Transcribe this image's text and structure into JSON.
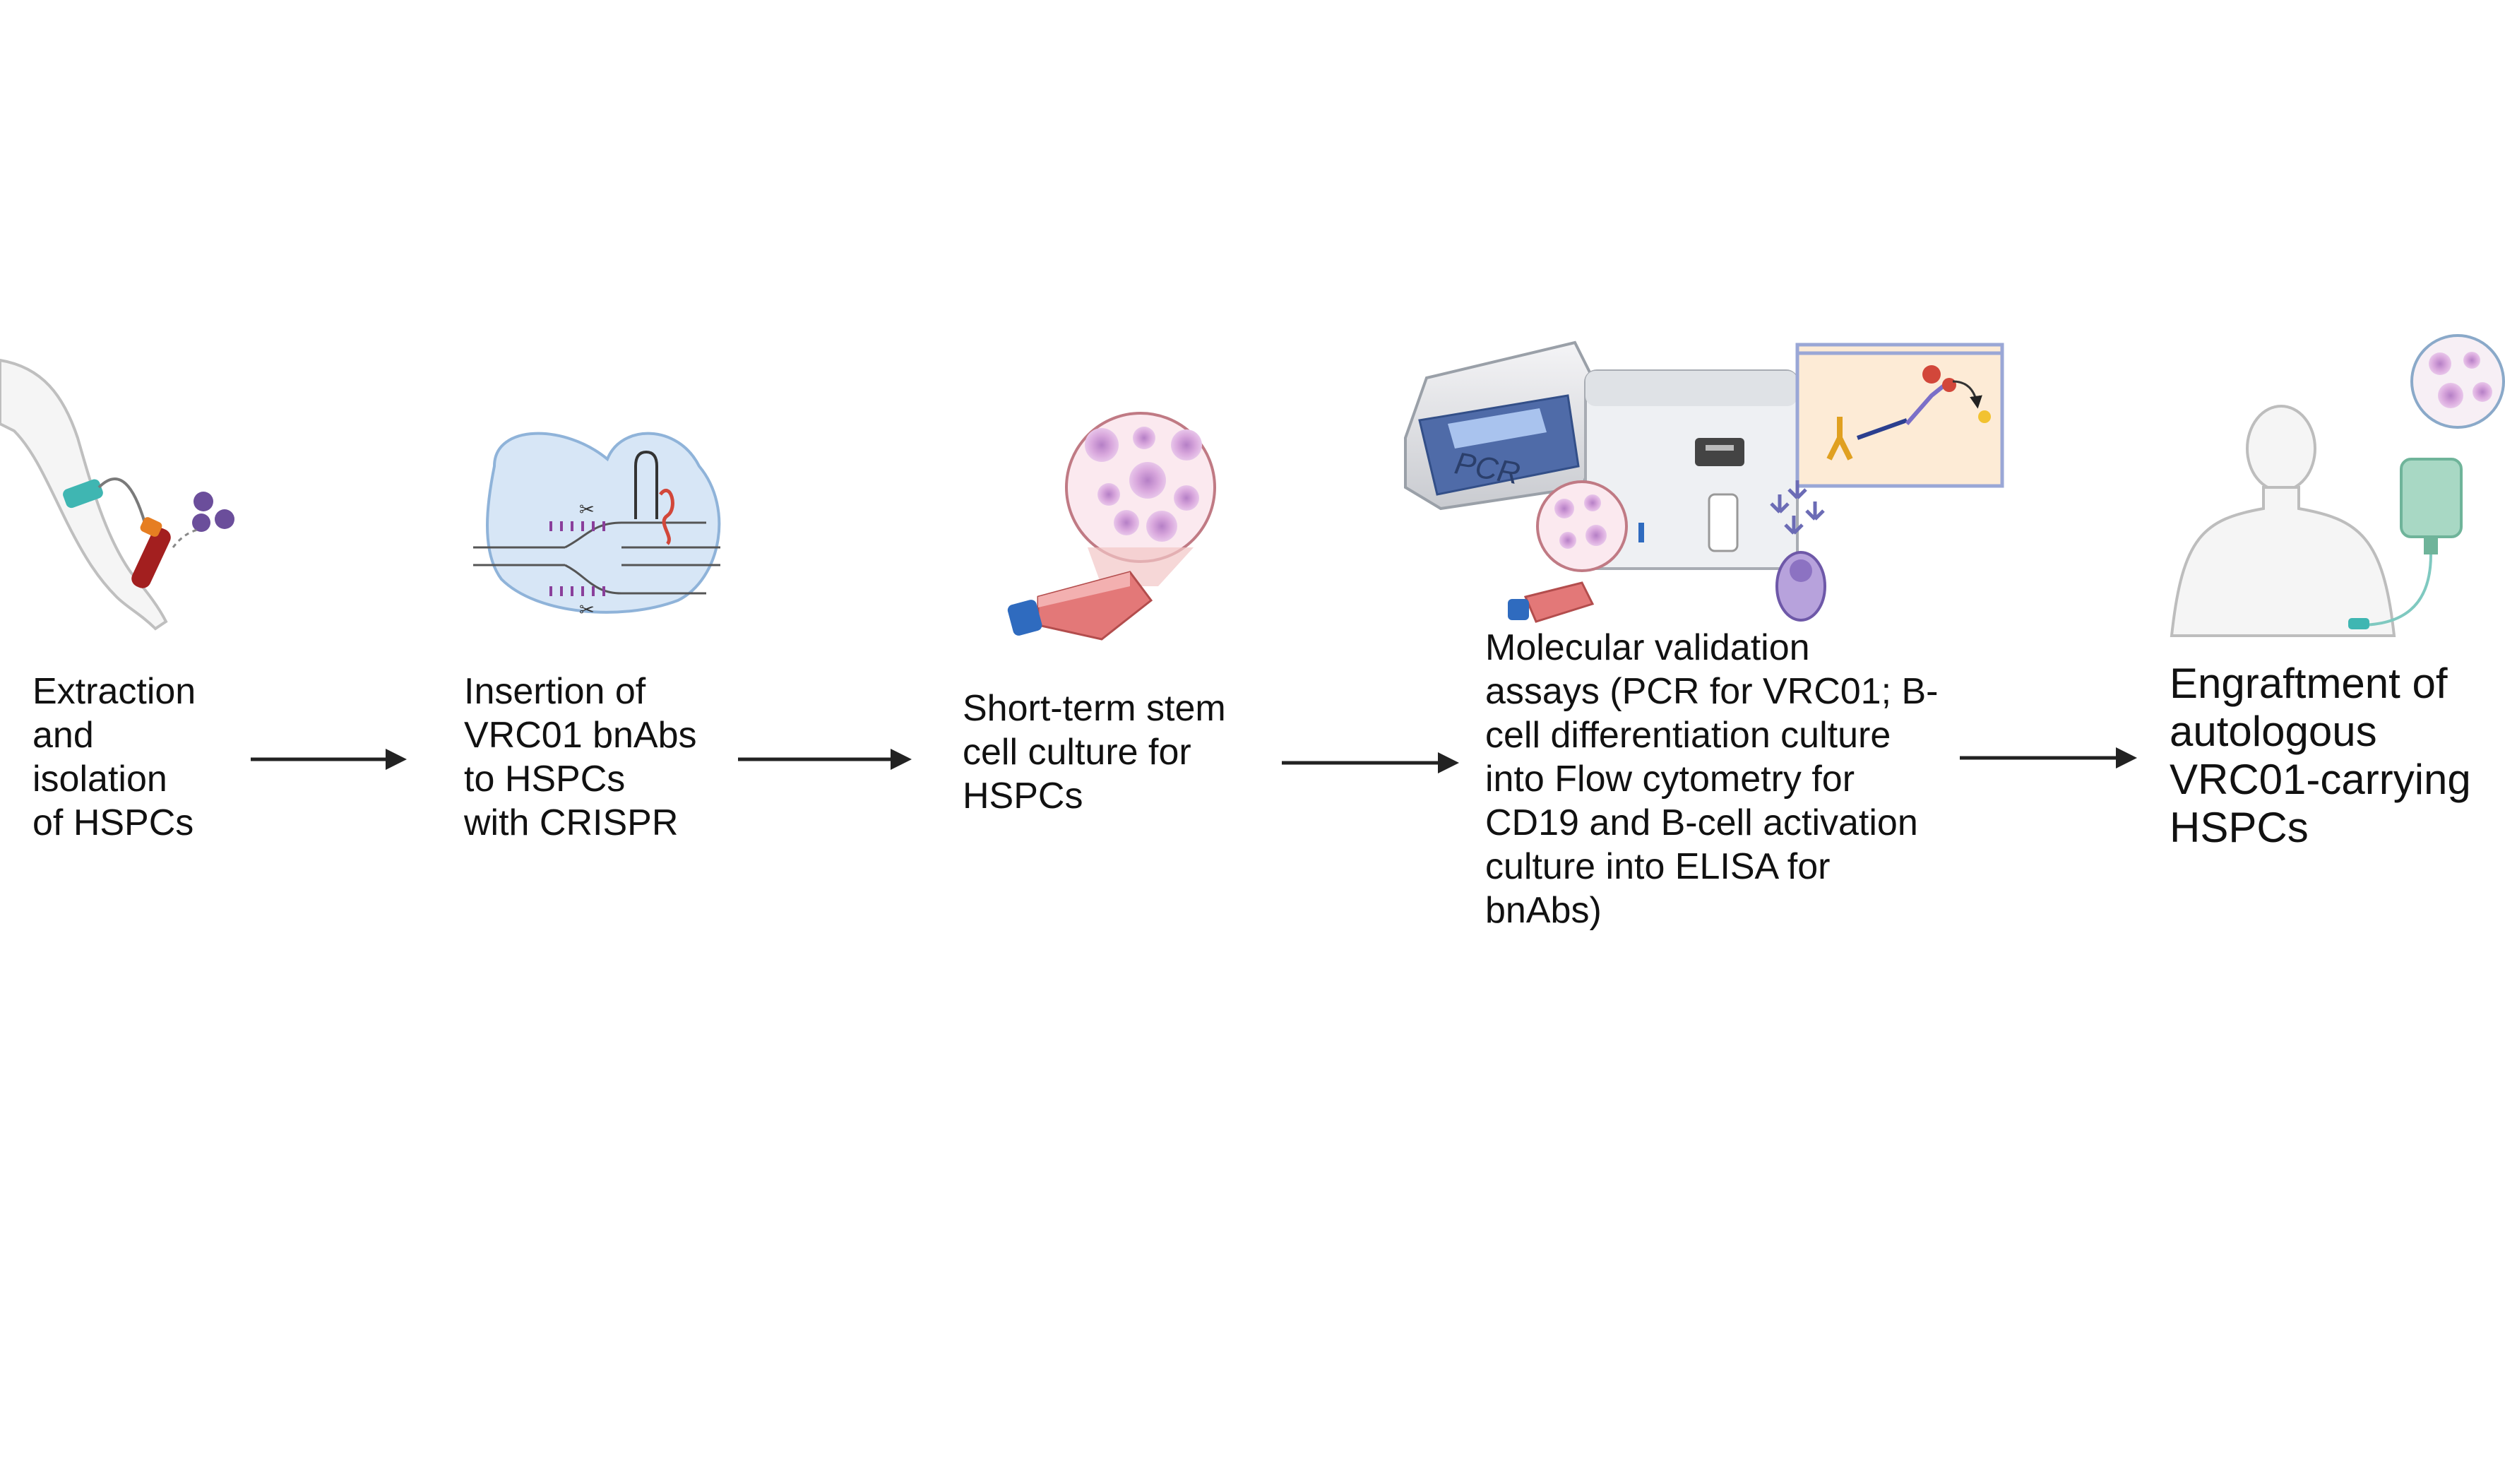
{
  "steps": [
    {
      "id": "extraction",
      "label": "Extraction\nand\nisolation\nof HSPCs",
      "icon": "arm-blood-draw-icon"
    },
    {
      "id": "insertion",
      "label": "Insertion of\nVRC01 bnAbs\nto HSPCs\nwith CRISPR",
      "icon": "crispr-cas9-icon"
    },
    {
      "id": "culture",
      "label": "Short-term stem\ncell culture for\nHSPCs",
      "icon": "cell-culture-flask-icon"
    },
    {
      "id": "validation",
      "label": "Molecular validation\nassays (PCR for VRC01; B-\ncell differentiation culture\ninto Flow cytometry for\nCD19 and B-cell activation\nculture into ELISA for\nbnAbs)",
      "icon": "lab-instruments-icon"
    },
    {
      "id": "engraftment",
      "label": "Engraftment of\nautologous\nVRC01-carrying\nHSPCs",
      "icon": "patient-iv-infusion-icon"
    }
  ],
  "pcr_machine_text": "PCR",
  "colors": {
    "arrow": "#222222",
    "cell_purple": "#6b4e9b",
    "cell_pink": "#d9a8dd",
    "flask_red": "#e37878",
    "flask_cap": "#2f6bbf",
    "crispr_bg": "#d7e6f6",
    "dna_purple": "#8a3f9b",
    "iv_green": "#a8d8c4",
    "elisa_bg": "#fdebd6"
  }
}
